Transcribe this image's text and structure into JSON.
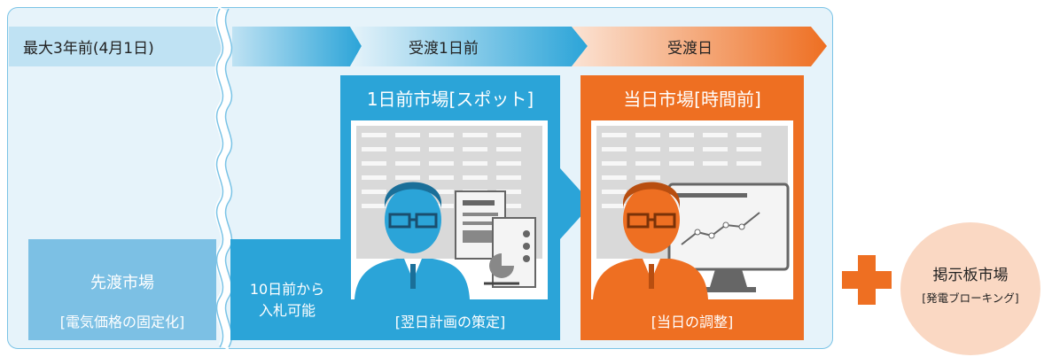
{
  "timeline": {
    "labels": [
      "最大3年前(4月1日)",
      "受渡1日前",
      "受渡日"
    ]
  },
  "futures_market": {
    "title": "先渡市場",
    "subtitle": "[電気価格の固定化]"
  },
  "dayahead_note": {
    "line1": "10日前から",
    "line2": "入札可能"
  },
  "dayahead_market": {
    "title": "1日前市場[スポット]",
    "caption": "[翌日計画の策定]",
    "icon": "trader-with-documents-icon"
  },
  "intraday_market": {
    "title": "当日市場[時間前]",
    "caption": "[当日の調整]",
    "icon": "trader-with-monitor-chart-icon"
  },
  "bulletin_market": {
    "title": "掲示板市場",
    "subtitle": "[発電ブローキング]"
  },
  "colors": {
    "blue": "#2ba4d8",
    "light_blue": "#7cc0e4",
    "orange": "#ee6f22",
    "peach": "#fad8c3",
    "panel": "#e6f3fa"
  }
}
